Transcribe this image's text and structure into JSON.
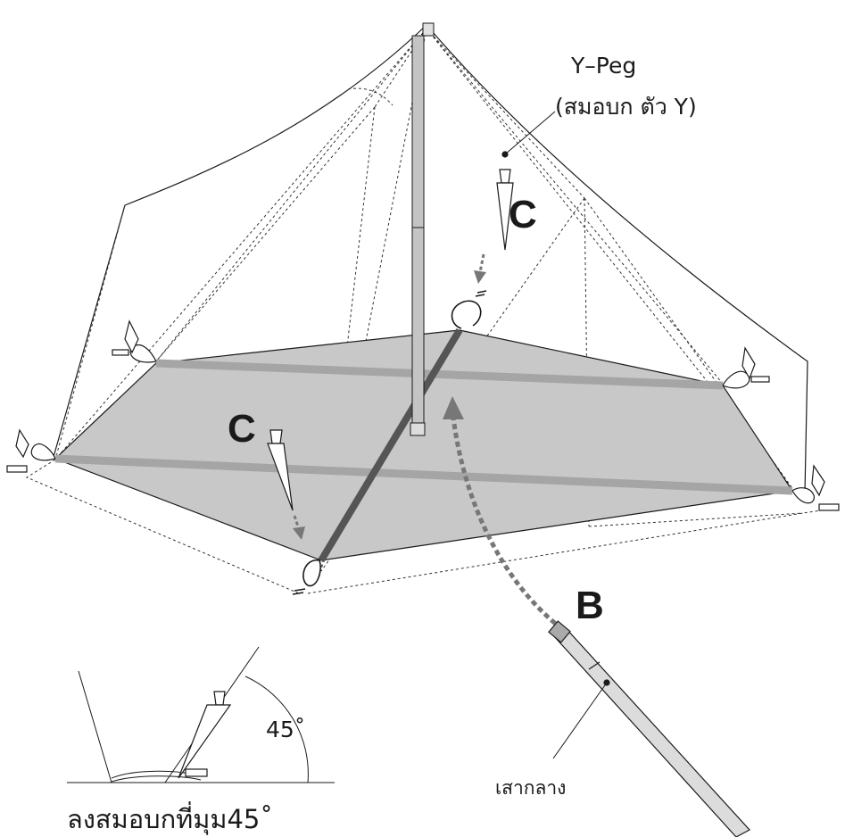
{
  "labels": {
    "ypeg_line1": "Y–Peg",
    "ypeg_line2": "(สมอบก ตัว Y)",
    "step_c": "C",
    "step_b": "B",
    "center_pole": "เสากลาง",
    "angle_value": "45˚",
    "inset_caption": "ลงสมอบกที่มุม45˚"
  },
  "colors": {
    "floor": "#c8c8c8",
    "band": "#a5a5a5",
    "diagonal": "#555555",
    "arrow": "#777777",
    "line": "#1a1a1a"
  },
  "icons": [
    "y-peg-icon",
    "stake-loop-icon",
    "center-pole-icon",
    "curved-arrow-icon"
  ]
}
